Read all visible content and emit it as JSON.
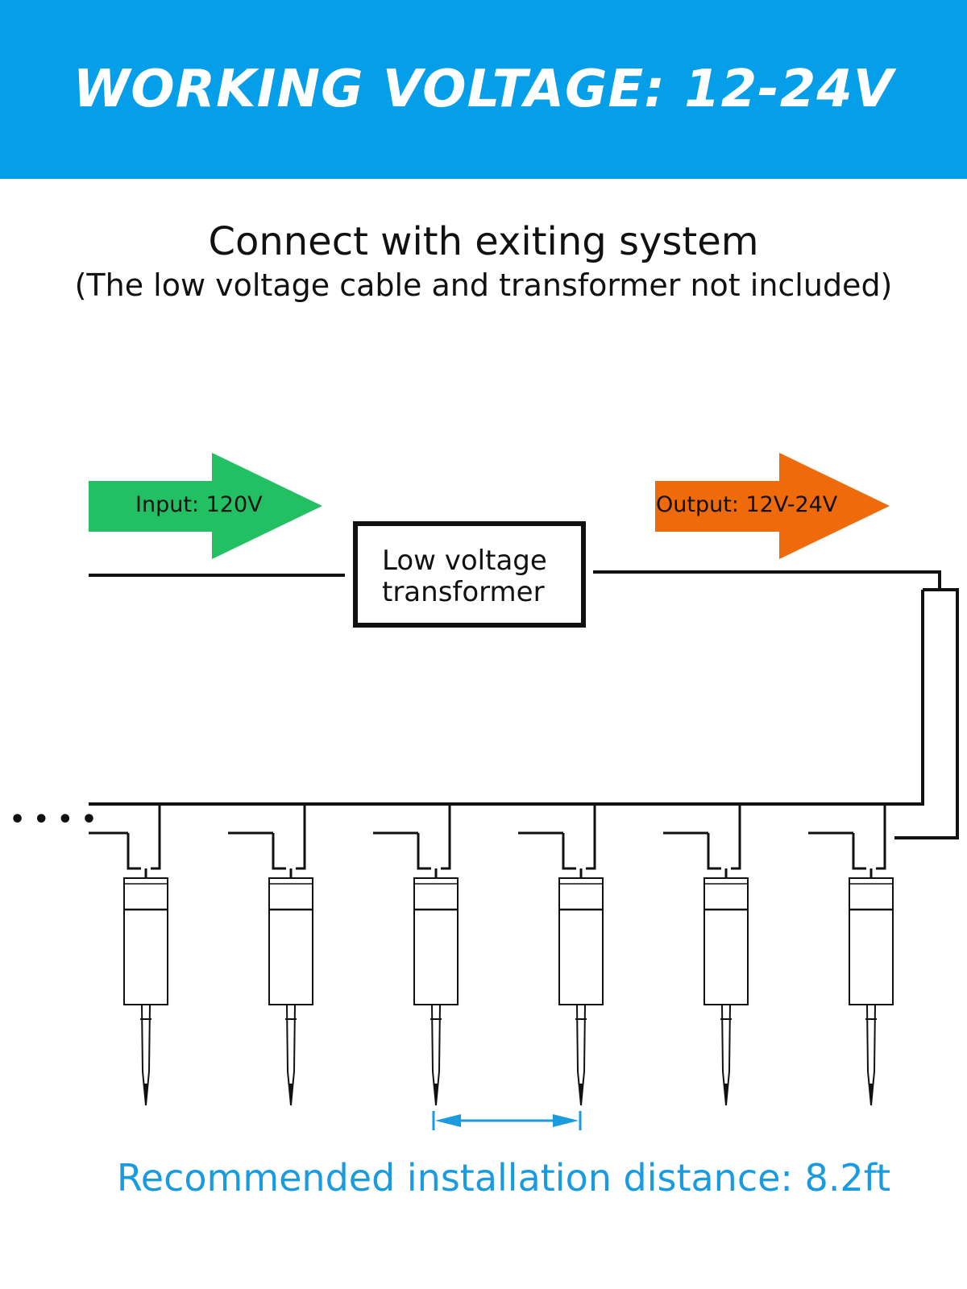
{
  "banner": {
    "title": "WORKING VOLTAGE: 12-24V"
  },
  "heading": {
    "title": "Connect with exiting system",
    "subtitle": "(The low voltage cable and transformer not included)"
  },
  "diagram": {
    "input_label": "Input: 120V",
    "output_label": "Output: 12V-24V",
    "transformer_line1": "Low voltage",
    "transformer_line2": "transformer",
    "continuation_dots": "• • • •",
    "light_count": 6
  },
  "footer": {
    "distance_text": "Recommended installation distance: 8.2ft"
  },
  "colors": {
    "banner_blue": "#049fe8",
    "input_green": "#22bf63",
    "output_orange": "#ee6a0a",
    "distance_blue": "#1a9be0",
    "line_black": "#111111"
  },
  "icons": {
    "input_arrow": "arrow-right-icon",
    "output_arrow": "arrow-right-icon",
    "stake_light": "stake-light-icon",
    "distance_arrow": "double-arrow-icon"
  }
}
